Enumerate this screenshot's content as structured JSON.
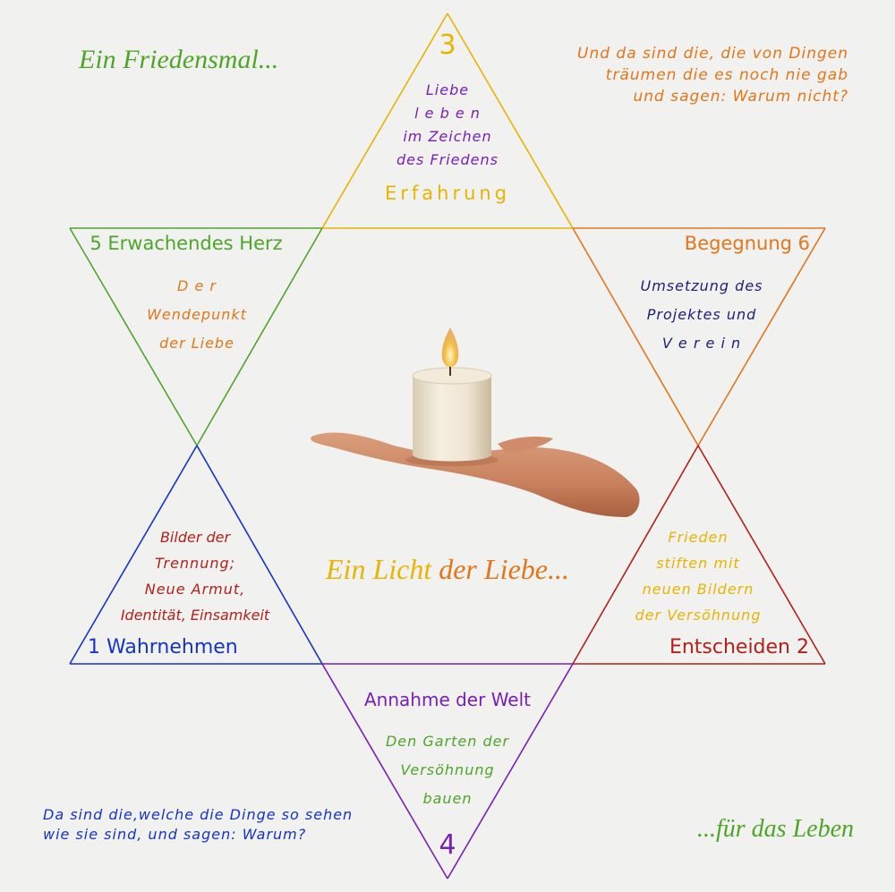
{
  "colors": {
    "yellow": "#e8b400",
    "orange": "#e2761a",
    "green": "#4fa52a",
    "purple": "#7a1fb5",
    "blue": "#1634c4",
    "red": "#b3201a",
    "navy": "#1c1f7a",
    "flame": "#f3c24a"
  },
  "header": {
    "top_left": "Ein Friedensmal...",
    "top_right_lines": [
      "Und da sind die, die von Dingen",
      "träumen die es noch nie gab",
      "und sagen: Warum nicht?"
    ]
  },
  "footer": {
    "bottom_left_lines": [
      "Da sind die,welche die Dinge so sehen",
      "wie sie sind, und sagen: Warum?"
    ],
    "bottom_right": "...für das Leben"
  },
  "center": {
    "caption_part1": "Ein Licht",
    "caption_part2": " der Liebe..."
  },
  "points": {
    "top": {
      "number": "3",
      "lines": [
        "Liebe",
        "l e b e n",
        "im Zeichen",
        "des Friedens"
      ],
      "title": "Erfahrung"
    },
    "upper_left": {
      "title": "5 Erwachendes Herz",
      "lines": [
        "D e r",
        "Wendepunkt",
        "der Liebe"
      ]
    },
    "upper_right": {
      "title": "Begegnung 6",
      "lines": [
        "Umsetzung des",
        "Projektes und",
        "V e r e i n"
      ]
    },
    "lower_left": {
      "lines": [
        "Bilder der",
        "Trennung;",
        "Neue Armut,",
        "Identität, Einsamkeit"
      ],
      "title": "1 Wahrnehmen"
    },
    "lower_right": {
      "lines": [
        "Frieden",
        "stiften mit",
        "neuen Bildern",
        "der Versöhnung"
      ],
      "title": "Entscheiden 2"
    },
    "bottom": {
      "title": "Annahme der Welt",
      "lines": [
        "Den Garten der",
        "Versöhnung",
        "bauen"
      ],
      "number": "4"
    }
  }
}
